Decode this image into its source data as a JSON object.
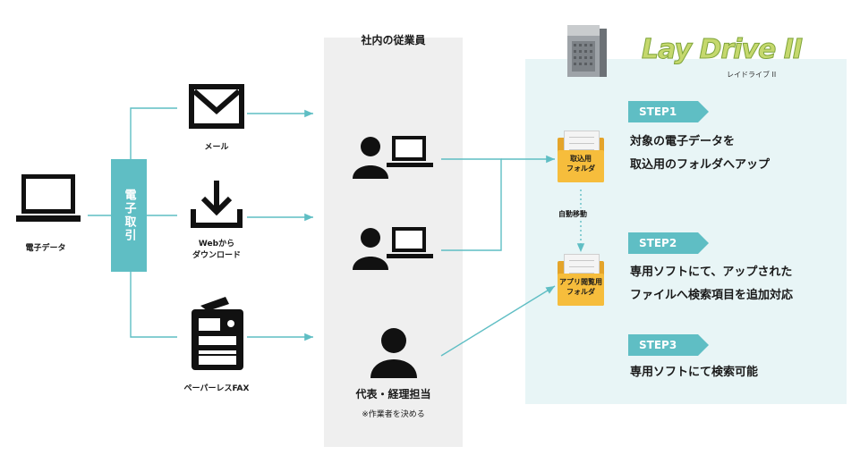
{
  "sources": {
    "pc_label": "電子データ",
    "torihiki_label": "電子取引",
    "mail_label": "メール",
    "web_label_1": "Webから",
    "web_label_2": "ダウンロード",
    "fax_label": "ペーパーレスFAX"
  },
  "employees": {
    "title": "社内の従業員",
    "rep_label": "代表・経理担当",
    "rep_note": "※作業者を決める"
  },
  "product": {
    "logo": "Lay Drive II",
    "logo_kana": "レイドライブ II"
  },
  "folders": {
    "import_1": "取込用",
    "import_2": "フォルダ",
    "app_1": "アプリ閲覧用",
    "app_2": "フォルダ",
    "auto_move": "自動移動"
  },
  "steps": [
    {
      "tag": "STEP1",
      "line1": "対象の電子データを",
      "line2": "取込用のフォルダへアップ"
    },
    {
      "tag": "STEP2",
      "line1": "専用ソフトにて、アップされた",
      "line2": "ファイルへ検索項目を追加対応"
    },
    {
      "tag": "STEP3",
      "line1": "専用ソフトにて検索可能"
    }
  ],
  "colors": {
    "accent": "#5fbec4",
    "panel": "#e8f5f6",
    "folder": "#f6bd3c",
    "icon": "#111111"
  }
}
